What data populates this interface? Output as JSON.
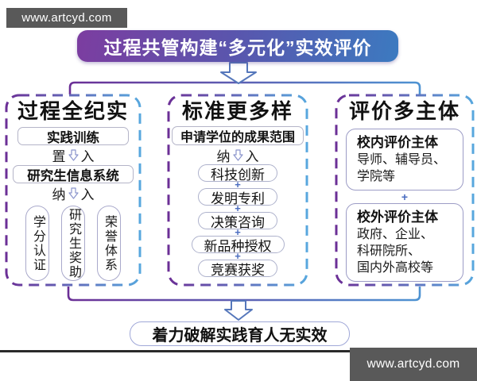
{
  "watermarks": {
    "top": "www.artcyd.com",
    "bottom": "www.artcyd.com"
  },
  "title": "过程共管构建“多元化”实效评价",
  "col1": {
    "heading": "过程全纪实",
    "box1": "实践训练",
    "insert1": {
      "pre": "置",
      "post": "入"
    },
    "box2": "研究生信息系统",
    "insert2": {
      "pre": "纳",
      "post": "入"
    },
    "pills": [
      "学分认证",
      "研究生奖助",
      "荣誉体系"
    ]
  },
  "col2": {
    "heading": "标准更多样",
    "box1": "申请学位的成果范围",
    "insert": {
      "pre": "纳",
      "post": "入"
    },
    "pills": [
      "科技创新",
      "发明专利",
      "决策咨询",
      "新品种授权",
      "竞赛获奖"
    ],
    "plus": "+"
  },
  "col3": {
    "heading": "评价多主体",
    "cards": [
      {
        "title": "校内评价主体",
        "body": "导师、辅导员、\n学院等"
      },
      {
        "title": "校外评价主体",
        "body": "政府、企业、\n科研院所、\n国内外高校等"
      }
    ],
    "plus": "+"
  },
  "bottom_box": "着力破解实践育人无实效",
  "colors": {
    "title_gradient_left": "#7c3da0",
    "title_gradient_right": "#3c7ac0",
    "dash_gradient_left": "#6b2f96",
    "dash_gradient_right": "#58a7de",
    "plus_accent": "#4a6cc0",
    "banner_bg": "#595959",
    "baseline": "#2a2a2a"
  }
}
